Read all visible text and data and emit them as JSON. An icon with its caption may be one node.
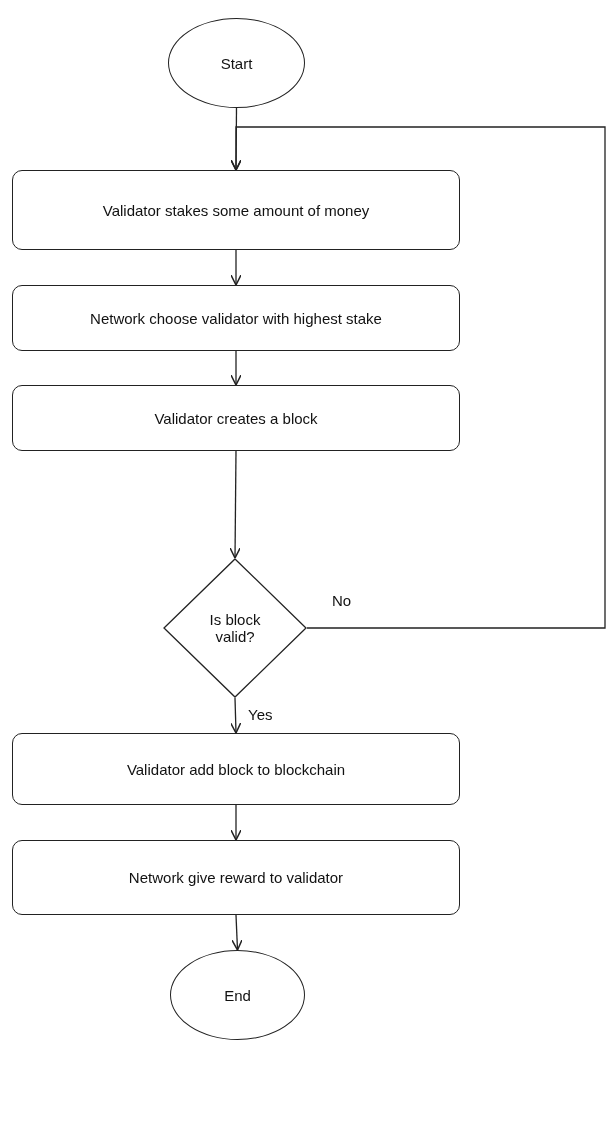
{
  "diagram": {
    "nodes": [
      {
        "text": [
          "Start"
        ]
      },
      {
        "text": [
          "Validator stakes some amount of money"
        ]
      },
      {
        "text": [
          "Network choose validator with highest stake"
        ]
      },
      {
        "text": [
          "Validator creates a block"
        ]
      },
      {
        "text": [
          "Is block valid?"
        ]
      },
      {
        "text": [
          "Validator add block to blockchain"
        ]
      },
      {
        "text": [
          "Network give reward to validator"
        ]
      },
      {
        "text": [
          "End"
        ]
      }
    ],
    "edges": [
      {
        "from": 0,
        "to": 1,
        "arrow": "to"
      },
      {
        "from": 1,
        "to": 2,
        "arrow": "to"
      },
      {
        "from": 2,
        "to": 3,
        "arrow": "to"
      },
      {
        "from": 3,
        "to": 4,
        "arrow": "to"
      },
      {
        "from": 4,
        "to": 5,
        "arrow": "to",
        "label": "Yes"
      },
      {
        "from": 5,
        "to": 6,
        "arrow": "to"
      },
      {
        "from": 6,
        "to": 7,
        "arrow": "to"
      },
      {
        "from": 4,
        "to": 1,
        "arrow": "to",
        "label": "No"
      }
    ]
  }
}
